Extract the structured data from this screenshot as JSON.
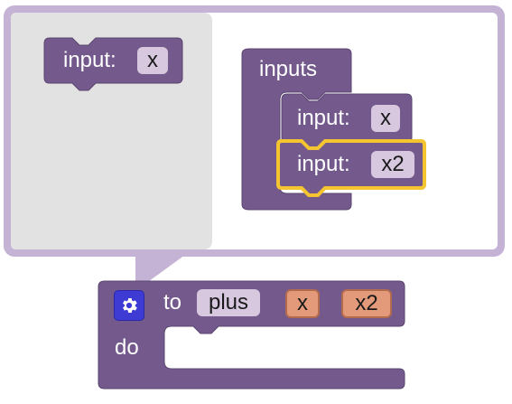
{
  "mutator": {
    "flyout_block": {
      "label": "input:",
      "value": "x"
    },
    "container_block": {
      "label": "inputs"
    },
    "items": [
      {
        "label": "input:",
        "value": "x"
      },
      {
        "label": "input:",
        "value": "x2"
      }
    ]
  },
  "procedure": {
    "to_label": "to",
    "name": "plus",
    "params": [
      "x",
      "x2"
    ],
    "do_label": "do",
    "gear_icon": "gear-icon"
  },
  "colors": {
    "block": "#745a8c",
    "block_dark": "#5b4570",
    "bubble_border": "#c5b3d6",
    "flyout": "#e2e2e2",
    "selected": "#f5c531",
    "field": "#d7c7df",
    "param": "#e39a7b",
    "gear": "#3d3bd3"
  }
}
